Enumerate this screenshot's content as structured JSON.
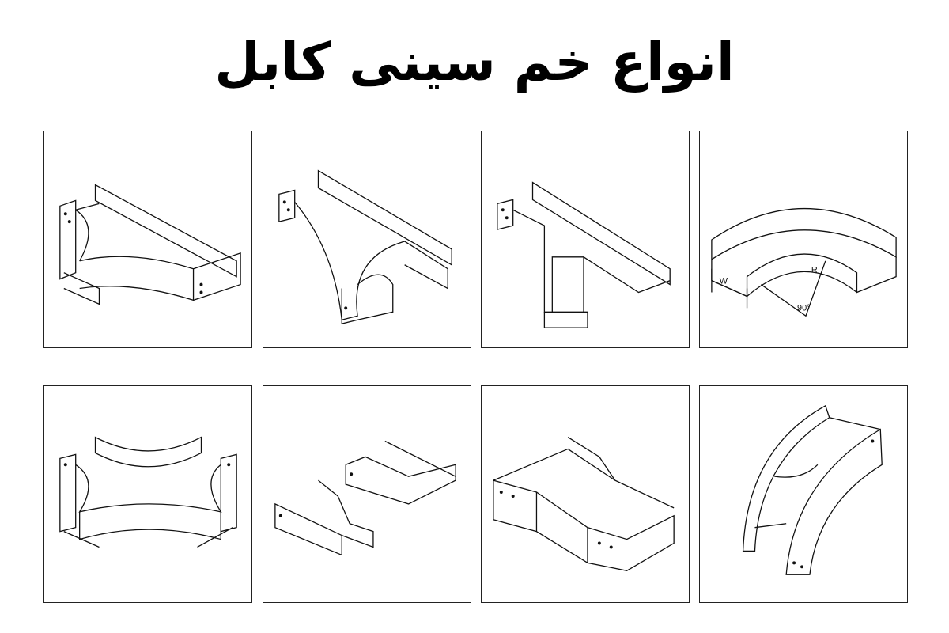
{
  "title": "انواع خم سینی کابل",
  "panels": [
    {
      "name": "tee-curved"
    },
    {
      "name": "wye-branch"
    },
    {
      "name": "tee-reducing"
    },
    {
      "name": "horizontal-bend-90",
      "labels": {
        "width": "W",
        "radius": "R",
        "angle": "90°"
      }
    },
    {
      "name": "cross"
    },
    {
      "name": "reducer-offset"
    },
    {
      "name": "reducer-straight"
    },
    {
      "name": "vertical-bend"
    }
  ]
}
